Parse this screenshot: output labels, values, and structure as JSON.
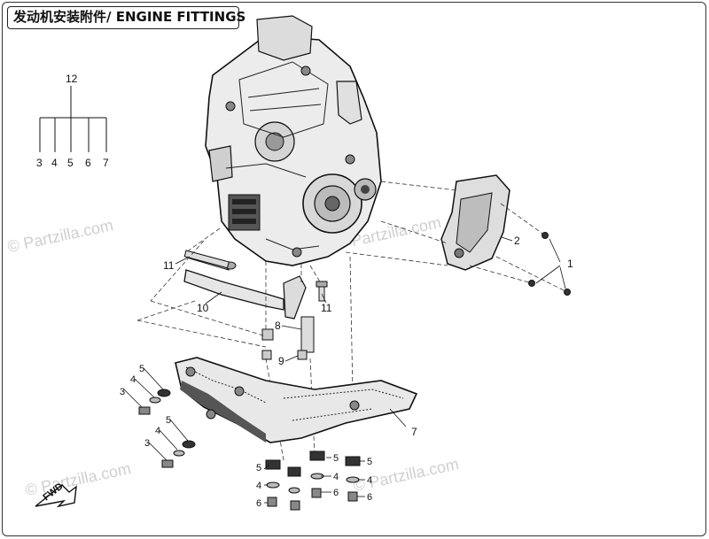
{
  "title": "发动机安装附件/ ENGINE FITTINGS",
  "watermark": "© Partzilla.com",
  "fwd_label": "FWD",
  "group_label": "12",
  "group_items": [
    "3",
    "4",
    "5",
    "6",
    "7"
  ],
  "callouts": {
    "c1": "1",
    "c2": "2",
    "c7": "7",
    "c8": "8",
    "c9": "9",
    "c10": "10",
    "c11a": "11",
    "c11b": "11",
    "c3a": "3",
    "c4a": "4",
    "c5a": "5",
    "c3b": "3",
    "c4b": "4",
    "c5b": "5",
    "c5c": "5",
    "c4c": "4",
    "c6c": "6",
    "c5d": "5",
    "c4d": "4",
    "c6d": "6",
    "c5e": "5",
    "c4e": "4",
    "c6e": "6"
  }
}
